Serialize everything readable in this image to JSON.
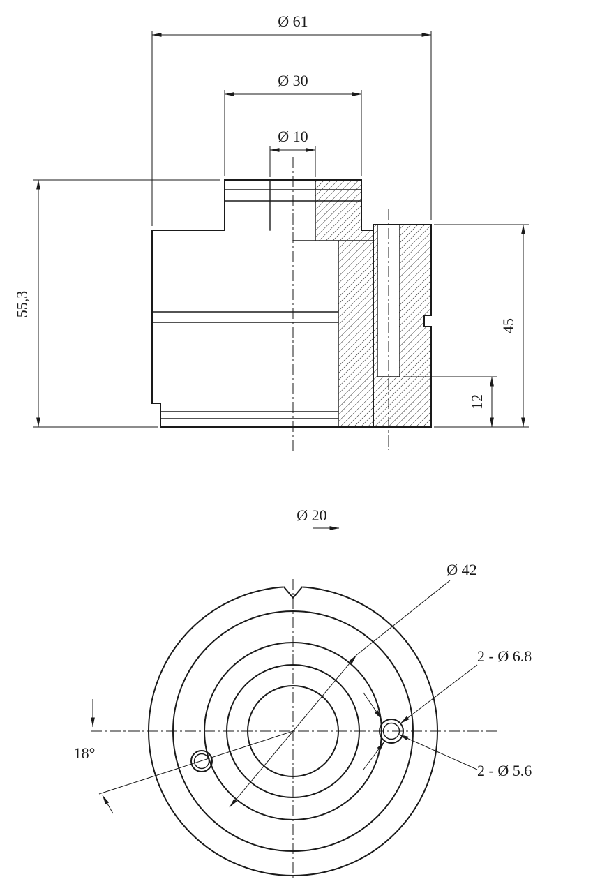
{
  "drawing": {
    "dimensions": {
      "outer_diameter": "Ø 61",
      "cap_diameter": "Ø 30",
      "bore_diameter": "Ø 10",
      "total_height": "55,3",
      "flange_height": "45",
      "hole_depth": "12",
      "shaft_diameter": "Ø 20",
      "pitch_circle": "Ø 42",
      "counterbore_holes": "2 - Ø 6.8",
      "through_holes": "2 - Ø 5.6",
      "hole_angle": "18°"
    },
    "colors": {
      "line": "#1a1a1a",
      "background": "#ffffff"
    }
  }
}
